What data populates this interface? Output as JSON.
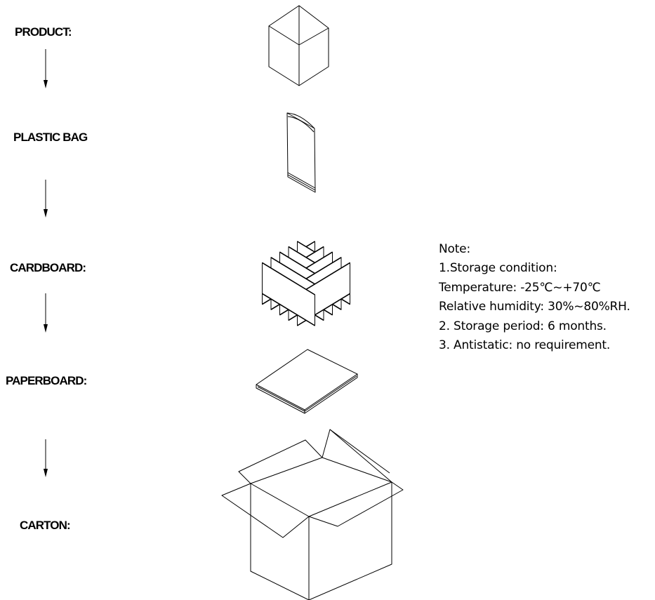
{
  "stages": [
    {
      "id": "product",
      "label": "PRODUCT:",
      "icon": "open-box-icon"
    },
    {
      "id": "plastic-bag",
      "label": "PLASTIC BAG",
      "icon": "plastic-bag-icon"
    },
    {
      "id": "cardboard",
      "label": "CARDBOARD:",
      "icon": "cardboard-divider-grid-icon"
    },
    {
      "id": "paperboard",
      "label": "PAPERBOARD:",
      "icon": "paperboard-sheet-icon"
    },
    {
      "id": "carton",
      "label": "CARTON:",
      "icon": "open-carton-icon"
    }
  ],
  "notes": {
    "heading": "Note:",
    "lines": [
      "1.Storage condition:",
      "Temperature: -25℃~+70℃",
      "Relative humidity: 30%~80%RH.",
      "2. Storage period: 6 months.",
      "3. Antistatic: no requirement."
    ]
  }
}
